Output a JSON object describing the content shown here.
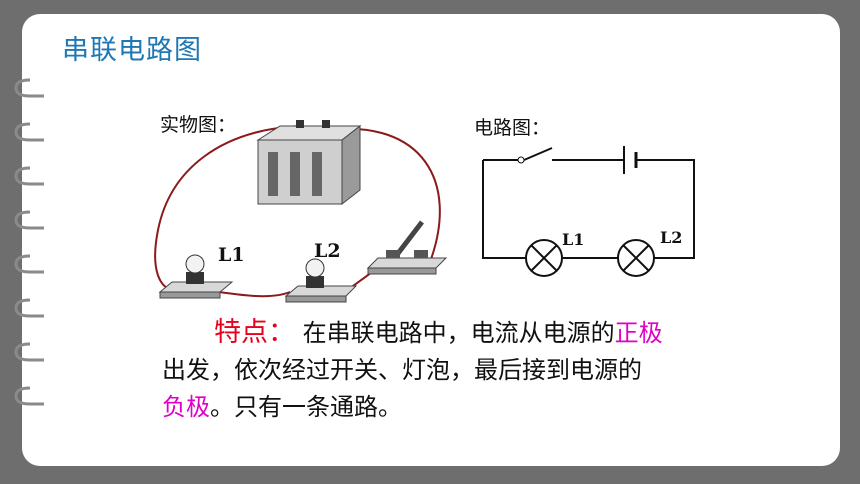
{
  "slide": {
    "title": "串联电路图",
    "photo_label": "实物图：",
    "diagram_label": "电路图：",
    "lamp1_label": "L1",
    "lamp2_label": "L2",
    "photo_lamp1_label": "L1",
    "photo_lamp2_label": "L2"
  },
  "paragraph": {
    "key": "特点：",
    "part1": " 在串联电路中，电流从电源的",
    "highlight1": "正极",
    "part2": "出发，依次经过开关、灯泡，最后接到电源的",
    "highlight2": "负极",
    "part3": "。只有一条通路。"
  },
  "colors": {
    "title": "#1f78b4",
    "key": "#e8001c",
    "highlight": "#e000c8",
    "wire": "#8b1a1a"
  }
}
